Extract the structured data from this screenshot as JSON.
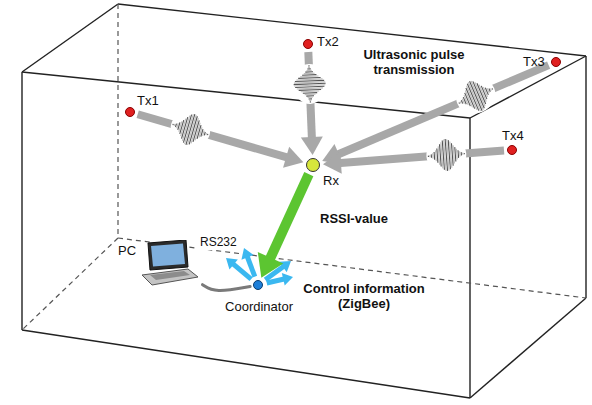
{
  "diagram": {
    "nodes": [
      {
        "text": [
          "Tx1"
        ]
      },
      {
        "text": [
          "Tx2"
        ]
      },
      {
        "text": [
          "Tx3"
        ]
      },
      {
        "text": [
          "Tx4"
        ]
      },
      {
        "text": [
          "Rx"
        ]
      },
      {
        "text": [
          "PC"
        ]
      },
      {
        "text": [
          "Coordinator"
        ]
      }
    ],
    "edges": [
      {
        "from": 0,
        "to": 4,
        "arrow": "to"
      },
      {
        "from": 1,
        "to": 4,
        "arrow": "to"
      },
      {
        "from": 2,
        "to": 4,
        "arrow": "to"
      },
      {
        "from": 3,
        "to": 4,
        "arrow": "to"
      },
      {
        "from": 4,
        "to": 6,
        "label": "RSSI-value",
        "arrow": "to"
      },
      {
        "from": 5,
        "to": 6,
        "label": "RS232",
        "arrow": "none"
      }
    ],
    "labels": [
      "Ultrasonic pulse transmission",
      "Control information (ZigBee)"
    ]
  }
}
